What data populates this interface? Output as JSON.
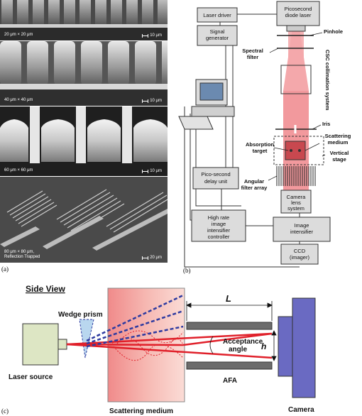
{
  "panel_a": {
    "label": "(a)",
    "images": [
      {
        "size": "20 μm × 20 μm",
        "scale": "10 μm"
      },
      {
        "size": "40 μm × 40 μm",
        "scale": "10 μm"
      },
      {
        "size": "60 μm × 60 μm",
        "scale": "10 μm"
      },
      {
        "size": "80 μm × 80 μm,\nReflection Trapped",
        "scale": "20 μm"
      }
    ]
  },
  "panel_b": {
    "label": "(b)",
    "laser_driver": "Laser driver",
    "signal_generator": "Signal generator",
    "picosecond_laser": "Picosecond diode laser",
    "pinhole": "Pinhole",
    "spectral_filter": "Spectral filter",
    "csc": "CSC collimation system",
    "iris": "Iris",
    "absorption_target": "Absorption target",
    "scattering_medium": "Scattering medium",
    "vertical_stage": "Vertical stage",
    "angular_filter_array": "Angular filter array",
    "pico_delay": "Pico-second delay unit",
    "camera_lens": "Camera lens system",
    "high_rate": "High rate image intensifier controller",
    "image_intensifier": "Image intensifier",
    "ccd": "CCD (imager)"
  },
  "panel_c": {
    "label": "(c)",
    "side_view": "Side View",
    "wedge_prism": "Wedge prism",
    "laser_source": "Laser source",
    "scattering_medium": "Scattering medium",
    "L": "L",
    "acceptance_angle": "Acceptance angle",
    "h": "h",
    "afa": "AFA",
    "camera": "Camera"
  },
  "colors": {
    "beam": "#e0202a",
    "dashed_beam": "#2d3aa0",
    "camera": "#6a6ac2",
    "laser_source": "#dde6c4"
  }
}
